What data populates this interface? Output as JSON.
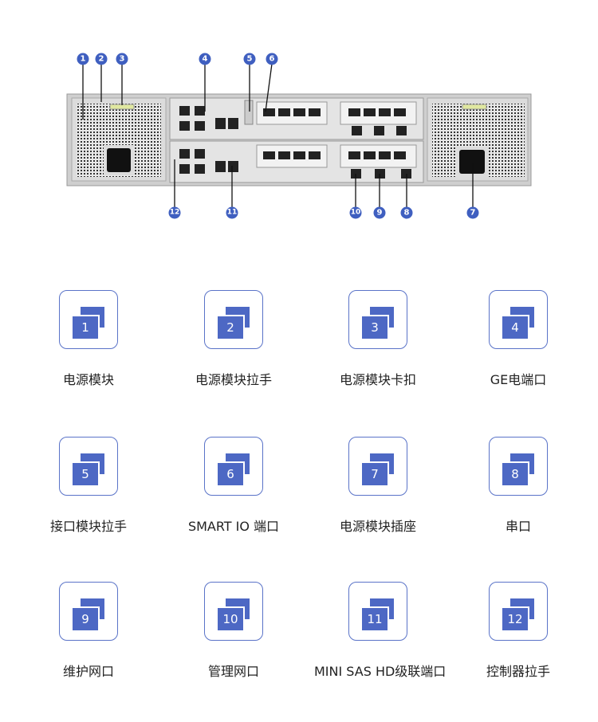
{
  "diagram": {
    "markers": [
      "1",
      "2",
      "3",
      "4",
      "5",
      "6",
      "7",
      "8",
      "9",
      "10",
      "11",
      "12"
    ]
  },
  "legend": [
    {
      "num": "1",
      "label": "电源模块"
    },
    {
      "num": "2",
      "label": "电源模块拉手"
    },
    {
      "num": "3",
      "label": "电源模块卡扣"
    },
    {
      "num": "4",
      "label": "GE电端口"
    },
    {
      "num": "5",
      "label": "接口模块拉手"
    },
    {
      "num": "6",
      "label": "SMART IO 端口"
    },
    {
      "num": "7",
      "label": "电源模块插座"
    },
    {
      "num": "8",
      "label": "串口"
    },
    {
      "num": "9",
      "label": "维护网口"
    },
    {
      "num": "10",
      "label": "管理网口"
    },
    {
      "num": "11",
      "label": "MINI SAS HD级联端口"
    },
    {
      "num": "12",
      "label": "控制器拉手"
    }
  ],
  "colors": {
    "accent": "#4d68c4",
    "border": "#5a73c8"
  }
}
